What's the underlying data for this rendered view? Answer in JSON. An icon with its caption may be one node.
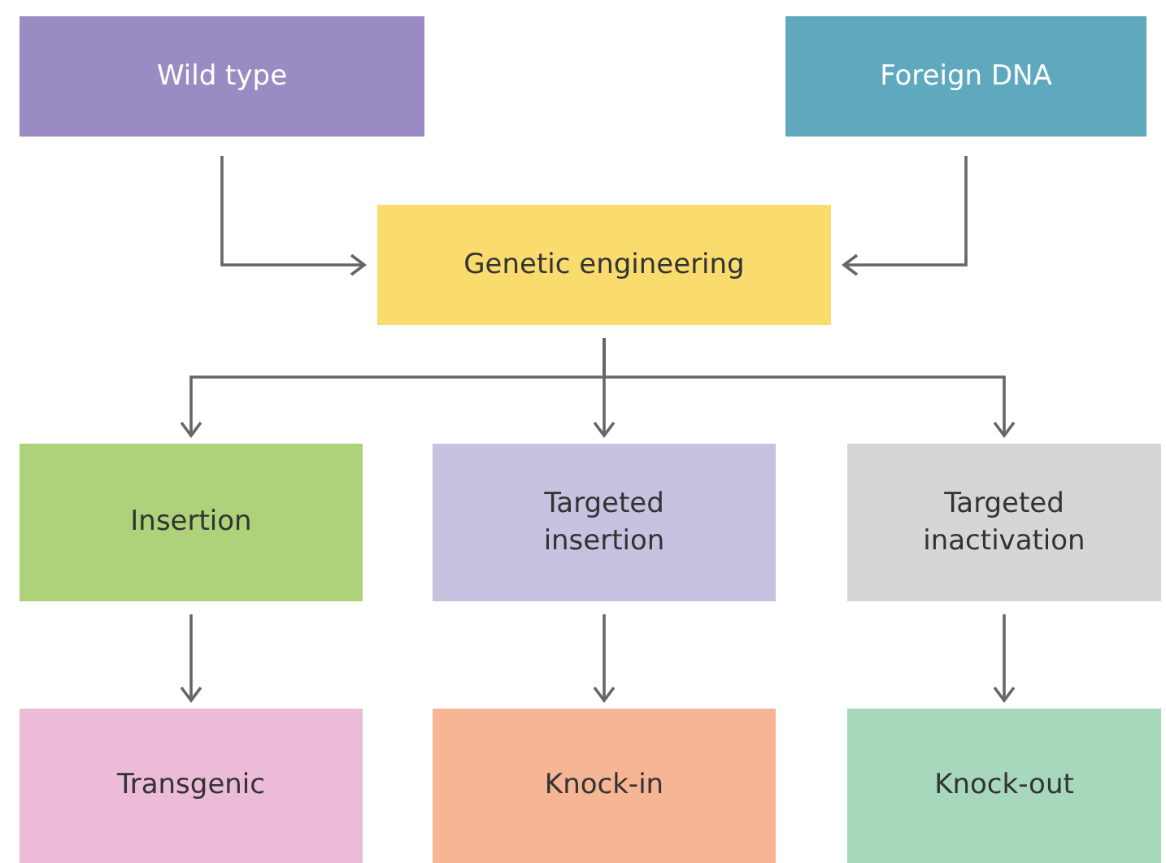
{
  "diagram": {
    "nodes": [
      {
        "text": [
          "Wild type"
        ]
      },
      {
        "text": [
          "Foreign DNA"
        ]
      },
      {
        "text": [
          "Genetic engineering"
        ]
      },
      {
        "text": [
          "Insertion"
        ]
      },
      {
        "text": [
          "Targeted insertion"
        ]
      },
      {
        "text": [
          "Targeted inactivation"
        ]
      },
      {
        "text": [
          "Transgenic"
        ]
      },
      {
        "text": [
          "Knock-in"
        ]
      },
      {
        "text": [
          "Knock-out"
        ]
      }
    ],
    "edges": [
      {
        "from": 0,
        "to": 2,
        "arrow": "to"
      },
      {
        "from": 1,
        "to": 2,
        "arrow": "to"
      },
      {
        "from": 2,
        "to": 3,
        "arrow": "to"
      },
      {
        "from": 2,
        "to": 4,
        "arrow": "to"
      },
      {
        "from": 2,
        "to": 5,
        "arrow": "to"
      },
      {
        "from": 3,
        "to": 6,
        "arrow": "to"
      },
      {
        "from": 4,
        "to": 7,
        "arrow": "to"
      },
      {
        "from": 5,
        "to": 8,
        "arrow": "to"
      }
    ]
  }
}
